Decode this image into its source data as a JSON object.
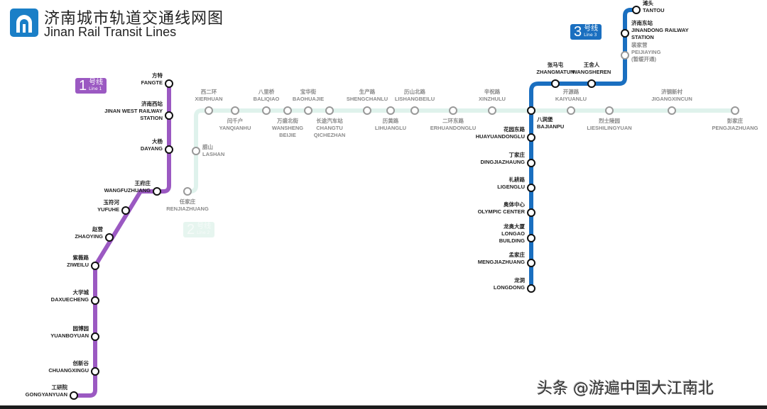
{
  "header": {
    "title_cn": "济南城市轨道交通线网图",
    "title_en": "Jinan Rail Transit Lines",
    "logo_icon": "jinan-metro-logo-icon"
  },
  "watermark": "头条 @游遍中国大江南北",
  "colors": {
    "line1": "#9b59c2",
    "line2": "#dff2ec",
    "line3": "#1a6fc0",
    "station_active": "#111111",
    "station_inactive": "#999999",
    "text_active": "#222222",
    "text_inactive": "#8a8a8a"
  },
  "lines": [
    {
      "id": "line1",
      "badge": {
        "num": "1",
        "cn": "号线",
        "en": "Line 1"
      },
      "stations": [
        {
          "cn": "方特",
          "en": "FANGTE"
        },
        {
          "cn": "济南西站",
          "en": "JINAN WEST RAILWAY STATION"
        },
        {
          "cn": "大杨",
          "en": "DAYANG"
        },
        {
          "cn": "王府庄",
          "en": "WANGFUZHUANG"
        },
        {
          "cn": "玉符河",
          "en": "YUFUHE"
        },
        {
          "cn": "赵营",
          "en": "ZHAOYING"
        },
        {
          "cn": "紫薇路",
          "en": "ZIWEILU"
        },
        {
          "cn": "大学城",
          "en": "DAXUECHENG"
        },
        {
          "cn": "园博园",
          "en": "YUANBOYUAN"
        },
        {
          "cn": "创新谷",
          "en": "CHUANGXINGU"
        },
        {
          "cn": "工研院",
          "en": "GONGYANYUAN"
        }
      ]
    },
    {
      "id": "line2",
      "badge": {
        "num": "2",
        "cn": "号线",
        "en": "Line 2"
      },
      "stations": [
        {
          "cn": "任家庄",
          "en": "RENJIAZHUANG"
        },
        {
          "cn": "腊山",
          "en": "LASHAN"
        },
        {
          "cn": "西二环",
          "en": "XIERHUAN"
        },
        {
          "cn": "闫千户",
          "en": "YANQIANHU"
        },
        {
          "cn": "八里桥",
          "en": "BALIQIAO"
        },
        {
          "cn": "万盛北街",
          "en": "WANSHENG BEIJIE"
        },
        {
          "cn": "宝华街",
          "en": "BAOHUAJIE"
        },
        {
          "cn": "长途汽车站",
          "en": "CHANGTU QICHEZHAN"
        },
        {
          "cn": "生产路",
          "en": "SHENGCHANLU"
        },
        {
          "cn": "历黄路",
          "en": "LIHUANGLU"
        },
        {
          "cn": "历山北路",
          "en": "LISHANGBEILU"
        },
        {
          "cn": "二环东路",
          "en": "ERHUANDONGLU"
        },
        {
          "cn": "辛祝路",
          "en": "XINZHULU"
        },
        {
          "cn": "八涧堡",
          "en": "BAJIANPU"
        },
        {
          "cn": "开源路",
          "en": "KAIYUANLU"
        },
        {
          "cn": "烈士陵园",
          "en": "LIESHILINGYUAN"
        },
        {
          "cn": "济钢新村",
          "en": "JIGANGXINCUN"
        },
        {
          "cn": "彭家庄",
          "en": "PENGJIAZHUANG"
        }
      ]
    },
    {
      "id": "line3",
      "badge": {
        "num": "3",
        "cn": "号线",
        "en": "Line 3"
      },
      "stations": [
        {
          "cn": "滩头",
          "en": "TANTOU"
        },
        {
          "cn": "济南东站",
          "en": "JINANDONG RAILWAY STATION"
        },
        {
          "cn": "裴家营",
          "en": "PEIJIAYING",
          "note": "(暂缓开通)"
        },
        {
          "cn": "王舍人",
          "en": "WANGSHEREN"
        },
        {
          "cn": "张马屯",
          "en": "ZHANGMATUN"
        },
        {
          "cn": "八涧堡",
          "en": "BAJIANPU"
        },
        {
          "cn": "花园东路",
          "en": "HUAYUANDONGLU"
        },
        {
          "cn": "丁家庄",
          "en": "DINGJIAZHAUNG"
        },
        {
          "cn": "礼耕路",
          "en": "LIGENGLU"
        },
        {
          "cn": "奥体中心",
          "en": "OLYMPIC CENTER"
        },
        {
          "cn": "龙奥大厦",
          "en": "LONGAO BUILDING"
        },
        {
          "cn": "孟家庄",
          "en": "MENGJIAZHUANG"
        },
        {
          "cn": "龙洞",
          "en": "LONGDONG"
        }
      ]
    }
  ]
}
